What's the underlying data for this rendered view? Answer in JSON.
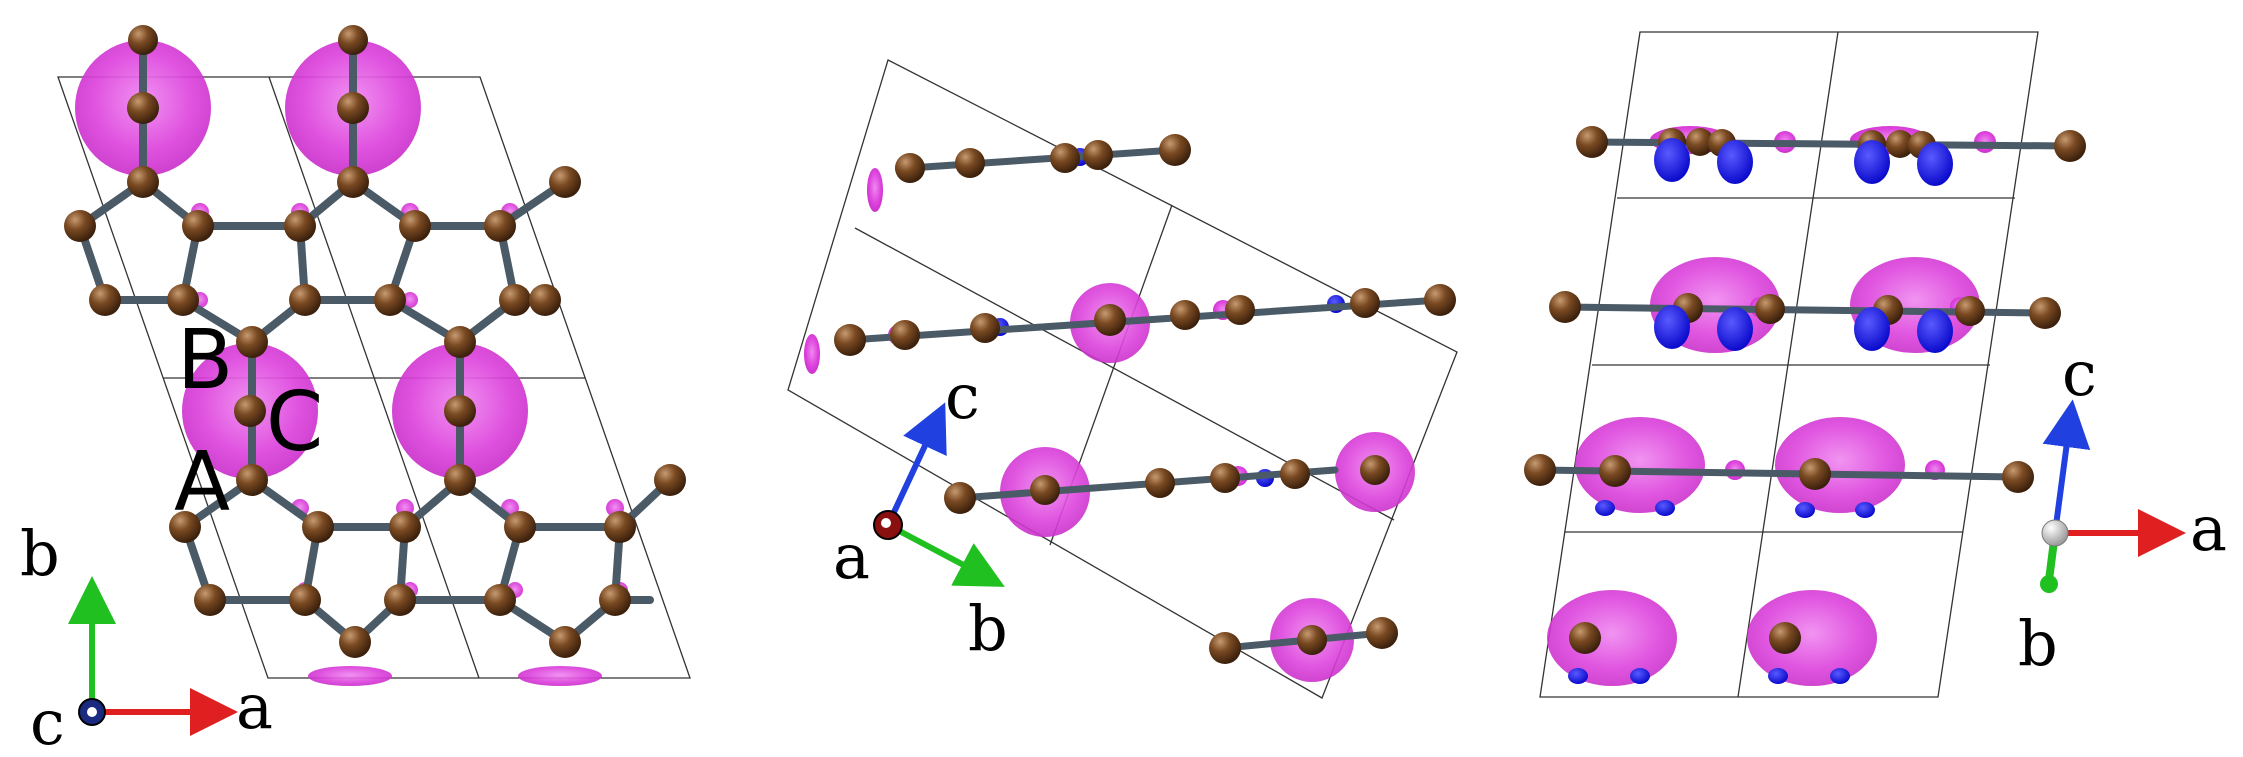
{
  "panels": [
    {
      "id": "view-c",
      "site_labels": [
        "B",
        "C",
        "A"
      ],
      "axis": {
        "horizontal": "a",
        "vertical": "b",
        "viewing": "c"
      }
    },
    {
      "id": "view-a",
      "axis": {
        "up": "c",
        "down": "b",
        "viewing": "a"
      }
    },
    {
      "id": "view-b",
      "axis": {
        "up": "c",
        "right": "a",
        "viewing": "b"
      }
    }
  ],
  "colors": {
    "carbon": "#7a4a22",
    "bond": "#4a5a66",
    "spin_density_positive": "#e040e0",
    "spin_density_negative": "#1a1aee",
    "axis_a": "#e02020",
    "axis_b": "#20c020",
    "axis_c": "#2040e0"
  }
}
